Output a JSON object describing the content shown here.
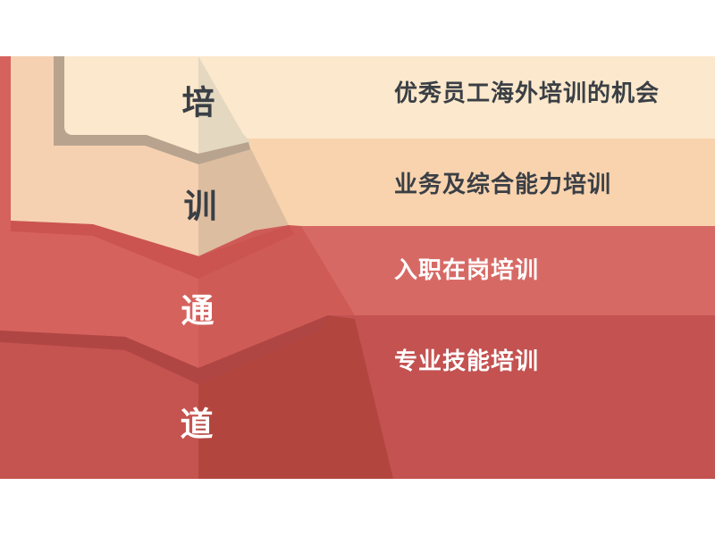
{
  "ribbon": {
    "title": "培训通道",
    "chars": [
      "培",
      "训",
      "通",
      "道"
    ],
    "char_colors": [
      "#3a3f45",
      "#3a3f45",
      "#ffffff",
      "#ffffff"
    ]
  },
  "bands": [
    {
      "label": "优秀员工海外培训的机会",
      "color": "#fce8cc",
      "text_color": "#3a3f45"
    },
    {
      "label": "业务及综合能力培训",
      "color": "#f8d3ae",
      "text_color": "#3a3f45"
    },
    {
      "label": "入职在岗培训",
      "color": "#d76965",
      "text_color": "#ffffff"
    },
    {
      "label": "专业技能培训",
      "color": "#c35251",
      "text_color": "#ffffff"
    }
  ],
  "colors": {
    "fold_face_1": "#e4d8c1",
    "panel_1": "#fce8cc",
    "tan_border": "#b8a38e",
    "arm_2": "#f6d1b1",
    "fold_face_2": "#dcbda0",
    "arm_3": "#d6625e",
    "fold_face_3": "#cf5b57",
    "shadow_2_3": "#cb5450",
    "arm_4": "#c5534f",
    "fold_face_4": "#b2463f",
    "shadow_3_4": "#b04643"
  }
}
